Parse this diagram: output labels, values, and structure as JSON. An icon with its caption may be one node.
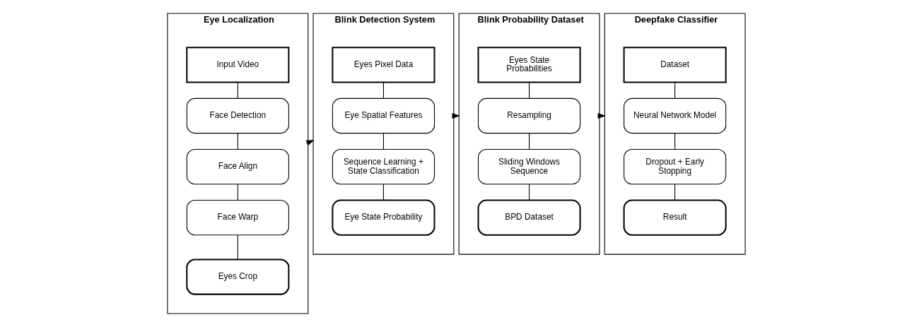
{
  "diagram": {
    "nodes": [
      {
        "text": [
          "Eye Localization"
        ]
      },
      {
        "text": [
          "Input Video"
        ],
        "in": 0
      },
      {
        "text": [
          "Face Detection"
        ],
        "in": 0
      },
      {
        "text": [
          "Face Align"
        ],
        "in": 0
      },
      {
        "text": [
          "Face Warp"
        ],
        "in": 0
      },
      {
        "text": [
          "Eyes Crop"
        ],
        "in": 0
      },
      {
        "text": [
          "Blink Detection System"
        ]
      },
      {
        "text": [
          "Eyes Pixel Data"
        ],
        "in": 6
      },
      {
        "text": [
          "Eye Spatial Features"
        ],
        "in": 6
      },
      {
        "text": [
          "Sequence Learning + State Classification"
        ],
        "in": 6
      },
      {
        "text": [
          "Eye State Probability"
        ],
        "in": 6
      },
      {
        "text": [
          "Blink Probability Dataset"
        ]
      },
      {
        "text": [
          "Eyes State Probabilities"
        ],
        "in": 11
      },
      {
        "text": [
          "Resampling"
        ],
        "in": 11
      },
      {
        "text": [
          "Sliding Windows Sequence"
        ],
        "in": 11
      },
      {
        "text": [
          "BPD Dataset"
        ],
        "in": 11
      },
      {
        "text": [
          "Deepfake Classifier"
        ]
      },
      {
        "text": [
          "Dataset"
        ],
        "in": 16
      },
      {
        "text": [
          "Neural Network Model"
        ],
        "in": 16
      },
      {
        "text": [
          "Dropout + Early Stopping"
        ],
        "in": 16
      },
      {
        "text": [
          "Result"
        ],
        "in": 16
      }
    ],
    "edges": [
      {
        "from": 1,
        "to": 2,
        "arrow": "none"
      },
      {
        "from": 2,
        "to": 3,
        "arrow": "none"
      },
      {
        "from": 3,
        "to": 4,
        "arrow": "none"
      },
      {
        "from": 4,
        "to": 5,
        "arrow": "none"
      },
      {
        "from": 7,
        "to": 8,
        "arrow": "none"
      },
      {
        "from": 8,
        "to": 9,
        "arrow": "none"
      },
      {
        "from": 9,
        "to": 10,
        "arrow": "none"
      },
      {
        "from": 12,
        "to": 13,
        "arrow": "none"
      },
      {
        "from": 13,
        "to": 14,
        "arrow": "none"
      },
      {
        "from": 14,
        "to": 15,
        "arrow": "none"
      },
      {
        "from": 17,
        "to": 18,
        "arrow": "none"
      },
      {
        "from": 18,
        "to": 19,
        "arrow": "none"
      },
      {
        "from": 19,
        "to": 20,
        "arrow": "none"
      },
      {
        "from": 0,
        "to": 6,
        "arrow": "to"
      },
      {
        "from": 6,
        "to": 11,
        "arrow": "to"
      },
      {
        "from": 11,
        "to": 16,
        "arrow": "to"
      }
    ]
  }
}
